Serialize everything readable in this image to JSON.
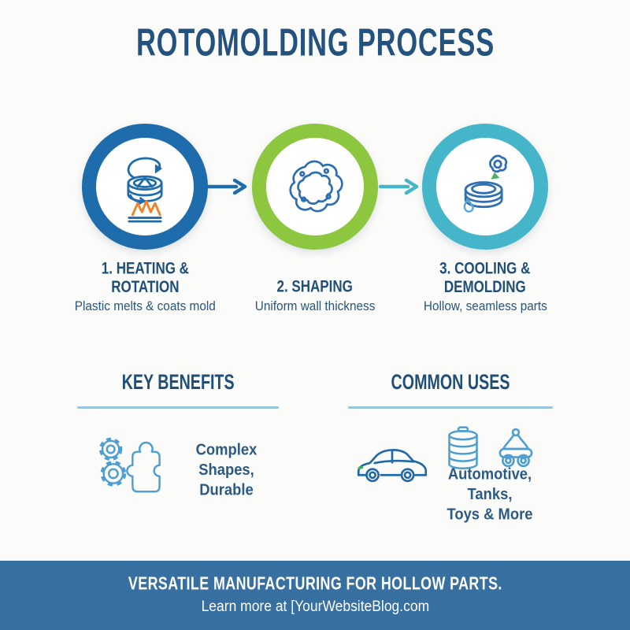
{
  "title": "ROTOMOLDING PROCESS",
  "colors": {
    "background": "#fbfbf9",
    "navy_text": "#1f4e79",
    "step1_ring": "#1e6cab",
    "step2_ring": "#8dc63f",
    "step3_ring": "#45b6c9",
    "arrow1": "#1e6cab",
    "arrow2": "#45b6c9",
    "flame_orange": "#ef8326",
    "icon_blue": "#2e6eb2",
    "icon_light_blue": "#4f9ed2",
    "demold_arrow_green": "#53b06a",
    "underline_blue": "#9cc3dc",
    "footer_band": "#366fa0"
  },
  "steps": [
    {
      "heading": "1. HEATING &\nROTATION",
      "description": "Plastic melts & coats mold",
      "ring_color": "#1e6cab",
      "icon": "heating-rotation-icon"
    },
    {
      "heading": "2. SHAPING",
      "description": "Uniform wall thickness",
      "ring_color": "#8dc63f",
      "icon": "mold-shaping-icon"
    },
    {
      "heading": "3. COOLING &\nDEMOLDING",
      "description": "Hollow, seamless parts",
      "ring_color": "#45b6c9",
      "icon": "cooling-demolding-icon"
    }
  ],
  "benefits": {
    "heading": "KEY BENEFITS",
    "text": "Complex Shapes,\nDurable",
    "icons": [
      "gears-icon",
      "puzzle-piece-icon"
    ]
  },
  "uses": {
    "heading": "COMMON USES",
    "text": "Automotive, Tanks,\nToys & More",
    "icons": [
      "car-icon",
      "tank-icon",
      "toy-car-icon"
    ]
  },
  "footer": {
    "line1": "VERSATILE MANUFACTURING FOR HOLLOW PARTS.",
    "line2": "Learn more at [YourWebsiteBlog.com"
  }
}
